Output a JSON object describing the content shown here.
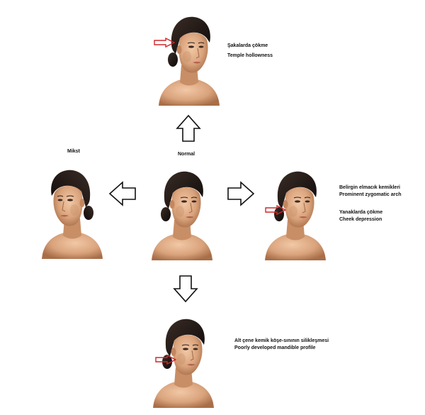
{
  "labels": {
    "normal": "Normal",
    "mixed": "Mikst",
    "top_tr": "Şakalarda çökme",
    "top_en": "Temple hollowness",
    "right_1_tr": "Belirgin elmacık kemikleri",
    "right_1_en": "Prominent zygomatic arch",
    "right_2_tr": "Yanaklarda çökme",
    "right_2_en": "Cheek depression",
    "bottom_tr": "Alt çene kemik köşe-sınının silikleşmesi",
    "bottom_en": "Poorly developed mandible profile"
  },
  "colors": {
    "skin": "#d9a37c",
    "skin_shadow": "#b97e57",
    "hair": "#1a1412",
    "arrow_outline": "#111111",
    "marker": "#d0262a"
  },
  "icons": {
    "arrow": "hollow-block-arrow",
    "marker": "hollow-red-arrow"
  }
}
